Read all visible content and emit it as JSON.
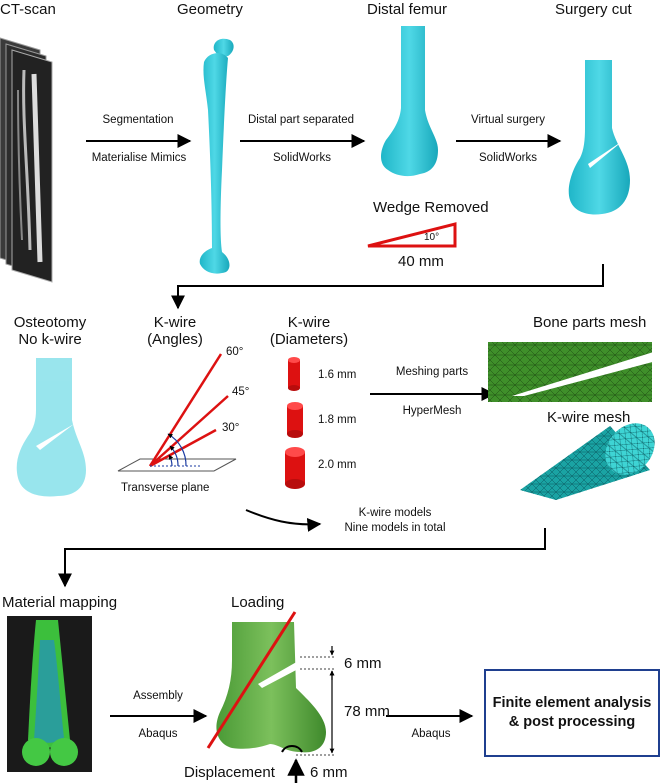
{
  "colors": {
    "bone_cyan": "#2ec4d4",
    "bone_light": "#8ee0ea",
    "kwire_red": "#dd1111",
    "loading_green": "#5fae45",
    "mesh_green": "#3f8f2a",
    "box_border": "#1f3f8f"
  },
  "stages": {
    "ct_scan": "CT-scan",
    "geometry": "Geometry",
    "distal_femur": "Distal femur",
    "surgery_cut": "Surgery cut",
    "osteotomy_line1": "Osteotomy",
    "osteotomy_line2": "No k-wire",
    "kwire_angles_line1": "K-wire",
    "kwire_angles_line2": "(Angles)",
    "kwire_diam_line1": "K-wire",
    "kwire_diam_line2": "(Diameters)",
    "bone_mesh": "Bone parts mesh",
    "kwire_mesh": "K-wire mesh",
    "material_mapping": "Material mapping",
    "loading": "Loading"
  },
  "arrows": {
    "seg_top": "Segmentation",
    "seg_bottom": "Materialise Mimics",
    "distal_top": "Distal part separated",
    "distal_bottom": "SolidWorks",
    "surgery_top": "Virtual surgery",
    "surgery_bottom": "SolidWorks",
    "mesh_top": "Meshing parts",
    "mesh_bottom": "HyperMesh",
    "models_line1": "K-wire models",
    "models_line2": "Nine models in total",
    "assembly_top": "Assembly",
    "assembly_bottom": "Abaqus",
    "fea_label": "Abaqus"
  },
  "wedge": {
    "label": "Wedge Removed",
    "angle": "10°",
    "length": "40 mm"
  },
  "angles": [
    "60°",
    "45°",
    "30°"
  ],
  "transverse_plane": "Transverse plane",
  "diameters": [
    "1.6 mm",
    "1.8 mm",
    "2.0 mm"
  ],
  "loading_dims": {
    "gap": "6 mm",
    "height": "78 mm",
    "displacement_label": "Displacement",
    "displacement_value": "6 mm"
  },
  "result_box": {
    "line1": "Finite element analysis",
    "line2": "& post processing"
  }
}
